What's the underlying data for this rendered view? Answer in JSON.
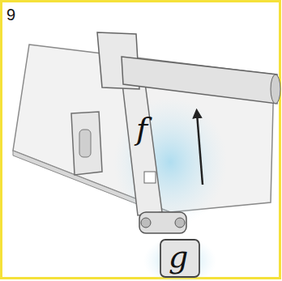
{
  "diagram": {
    "labels": [
      "9",
      "f",
      "g"
    ]
  }
}
